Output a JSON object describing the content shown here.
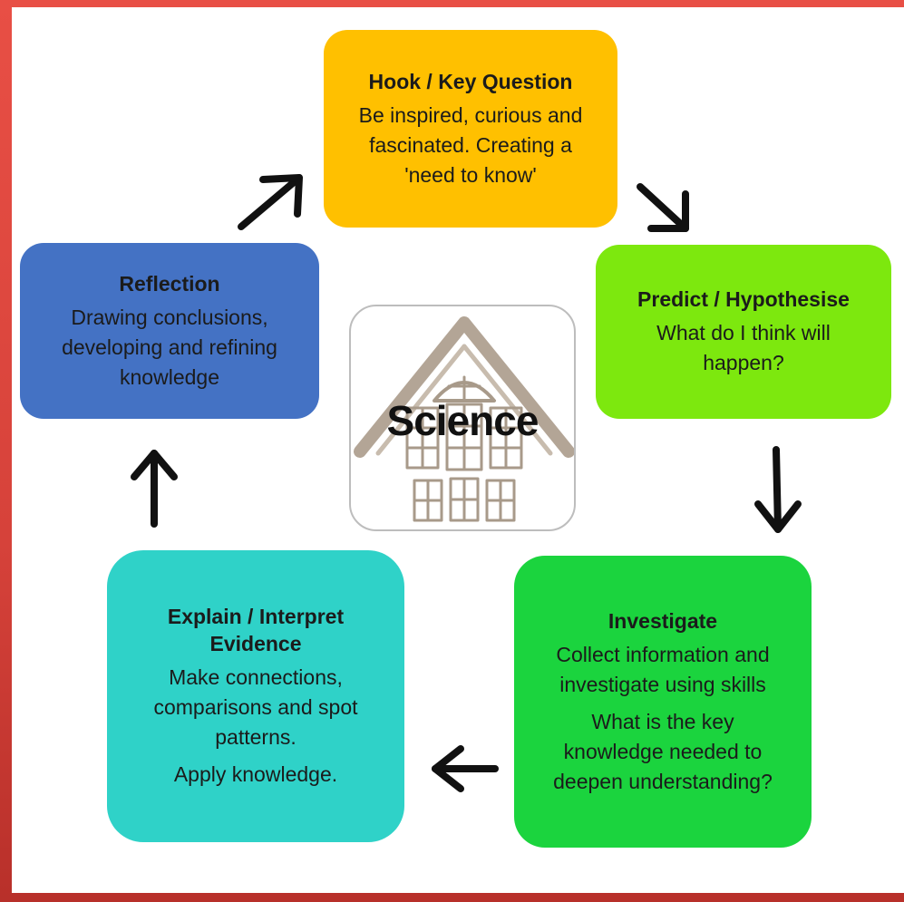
{
  "center": {
    "label": "Science"
  },
  "stages": {
    "hook": {
      "title": "Hook / Key Question",
      "body": "Be inspired, curious and fascinated. Creating a 'need to know'",
      "color": "#ffc000"
    },
    "predict": {
      "title": "Predict / Hypothesise",
      "body": "What do I think will happen?",
      "color": "#7de80e"
    },
    "investigate": {
      "title": "Investigate",
      "body": "Collect information and investigate using skills",
      "body2": "What is the key knowledge needed to deepen understanding?",
      "color": "#1bd43e"
    },
    "explain": {
      "title": "Explain / Interpret Evidence",
      "body": "Make connections, comparisons and spot patterns.",
      "body2": "Apply knowledge.",
      "color": "#2fd2c8"
    },
    "reflection": {
      "title": "Reflection",
      "body": "Drawing conclusions, developing and refining knowledge",
      "color": "#4472c4"
    }
  }
}
